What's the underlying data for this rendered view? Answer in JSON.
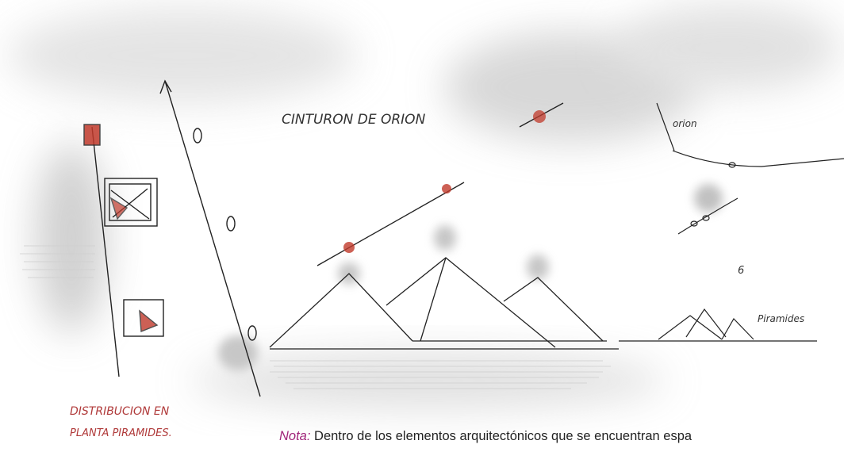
{
  "labels": {
    "belt": "CINTURON DE ORION",
    "orion": "orion",
    "pyramids": "Piramides",
    "distribution_line1": "DISTRIBUCION EN",
    "distribution_line2": "PLANTA PIRAMIDES.",
    "six": "6"
  },
  "caption": {
    "prefix": "Nota:",
    "text": "Dentro de los elementos arquitectónicos que se encuentran espa"
  },
  "colors": {
    "ink": "#222222",
    "star_red": "#c0392b",
    "caption_accent": "#a0267a",
    "wash": "#bdbdbd"
  }
}
